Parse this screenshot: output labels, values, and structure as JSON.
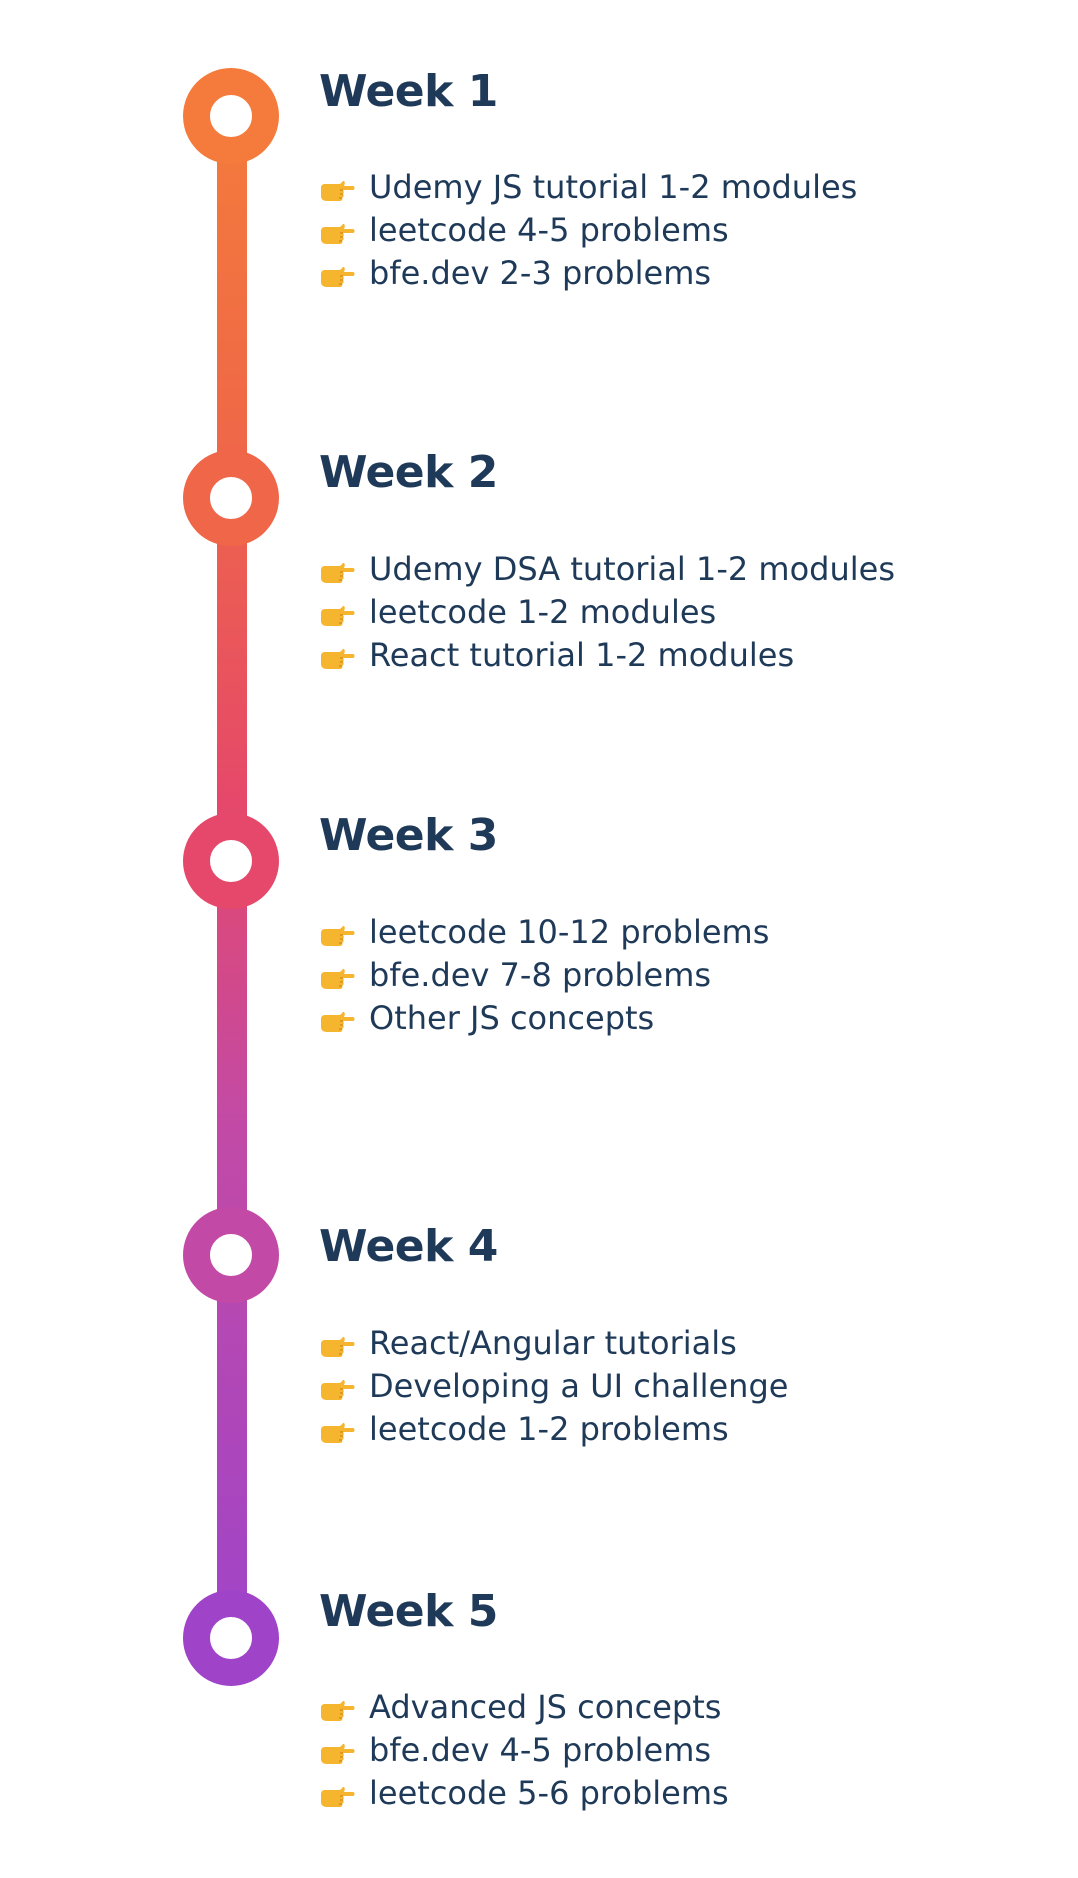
{
  "colors": {
    "text": "#1f3a58",
    "gradient_top": "#f47b3b",
    "gradient_bottom": "#9f44c9",
    "node_1": "#f47b3b",
    "node_2": "#ef6748",
    "node_3": "#e5486a",
    "node_4": "#c24aa6",
    "node_5": "#9f44c9",
    "pointer_hand": "#f5b52e"
  },
  "item_icon": "pointing-hand-icon",
  "weeks": [
    {
      "title": "Week 1",
      "tasks": [
        "Udemy JS tutorial 1-2 modules",
        "leetcode 4-5 problems",
        "bfe.dev 2-3 problems"
      ]
    },
    {
      "title": "Week 2",
      "tasks": [
        "Udemy DSA tutorial 1-2 modules",
        "leetcode 1-2 modules",
        "React tutorial 1-2 modules"
      ]
    },
    {
      "title": "Week 3",
      "tasks": [
        "leetcode 10-12 problems",
        "bfe.dev 7-8 problems",
        "Other JS concepts"
      ]
    },
    {
      "title": "Week 4",
      "tasks": [
        "React/Angular tutorials",
        "Developing a UI challenge",
        "leetcode 1-2 problems"
      ]
    },
    {
      "title": "Week 5",
      "tasks": [
        "Advanced JS concepts",
        "bfe.dev 4-5  problems",
        "leetcode 5-6 problems"
      ]
    }
  ]
}
